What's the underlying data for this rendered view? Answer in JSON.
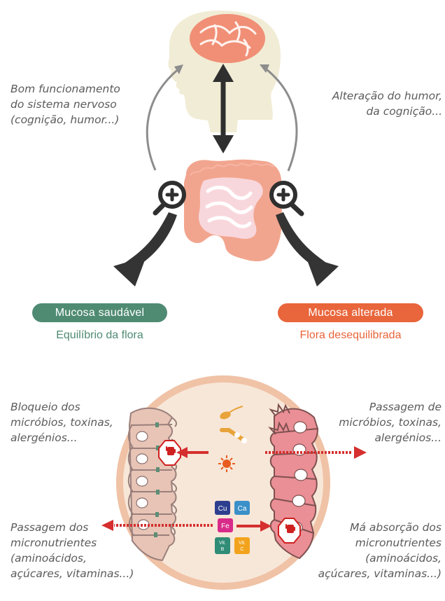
{
  "top": {
    "left_caption": "Bom funcionamento\ndo sistema nervoso\n(cognição, humor...)",
    "right_caption": "Alteração do humor,\nda cognição..."
  },
  "states": {
    "healthy": {
      "label": "Mucosa saudável",
      "subtitle": "Equilíbrio da flora",
      "color": "#4f8b73"
    },
    "altered": {
      "label": "Mucosa alterada",
      "subtitle": "Flora desequilibrada",
      "color": "#e9653b"
    }
  },
  "bottom": {
    "left_top": "Bloqueio dos\nmicróbios, toxinas,\nalergénios...",
    "right_top": "Passagem de\nmicróbios, toxinas,\nalergénios...",
    "left_bottom": "Passagem dos\nmicronutrientes\n(aminoácidos,\naçúcares, vitaminas...)",
    "right_bottom": "Má absorção dos\nmicronutrientes\n(aminoácidos,\naçúcares, vitaminas...)"
  },
  "nutrients": {
    "cu": "Cu",
    "ca": "Ca",
    "fe": "Fe",
    "vitb_1": "Vit.",
    "vitb_2": "B",
    "vitc_1": "Vit.",
    "vitc_2": "C"
  },
  "colors": {
    "accent_red": "#d52f2f",
    "dark_arrow": "#2f2f2f",
    "gut": "#f2a58e",
    "brain": "#f08f76",
    "head": "#f1ecd5",
    "circle_bg": "#f7e7d8",
    "circle_rim": "#f0c2a6",
    "villi": "#e7c4b5",
    "villi_outline": "#9a7f7b",
    "micro_orange": "#e8a33a"
  },
  "icons": [
    "head-icon",
    "brain-icon",
    "gut-icon",
    "magnifier-plus-icon",
    "stop-hand-icon",
    "bacteria-icon",
    "toxin-chain-icon",
    "sun-like-toxin-icon"
  ]
}
